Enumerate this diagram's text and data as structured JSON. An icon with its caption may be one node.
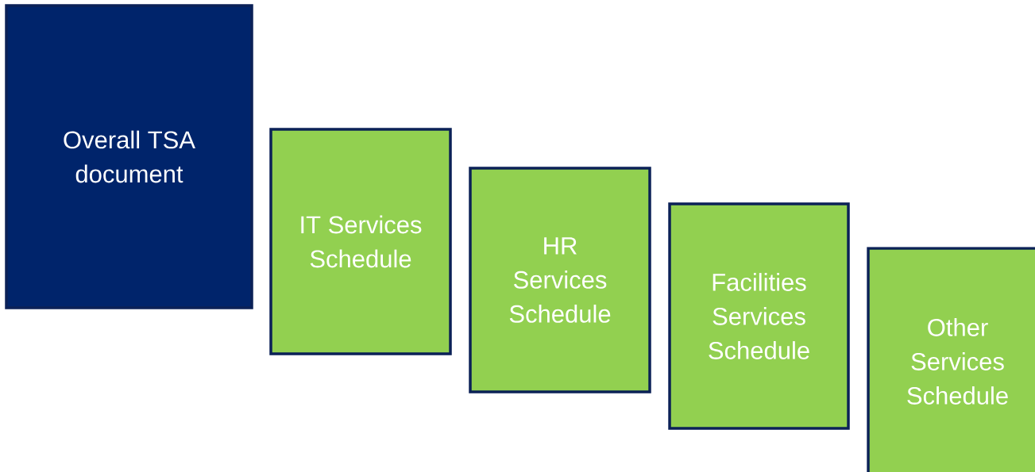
{
  "diagram": {
    "nodes": [
      {
        "text": [
          "Overall TSA document"
        ]
      },
      {
        "text": [
          "IT Services Schedule"
        ]
      },
      {
        "text": [
          "HR Services Schedule"
        ]
      },
      {
        "text": [
          "Facilities Services Schedule"
        ]
      },
      {
        "text": [
          "Other Services Schedule"
        ]
      }
    ]
  }
}
